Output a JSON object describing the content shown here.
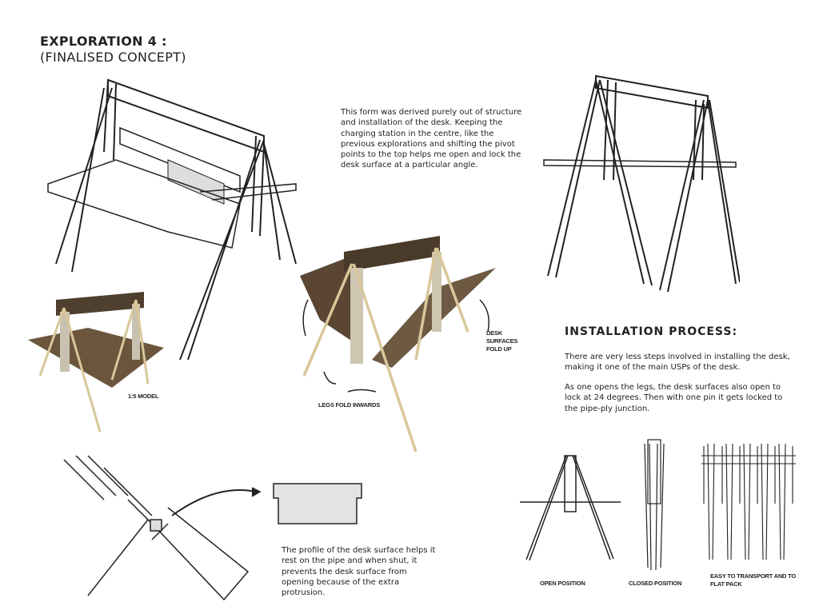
{
  "title": "EXPLORATION 4 :",
  "subtitle": "(FINALISED CONCEPT)",
  "description": "This form was derived purely out of structure and installation of the desk. Keeping the charging station in the centre, like the previous explorations and shifting the pivot points to the top helps me open and lock the desk surface at a particular angle.",
  "annotations": {
    "desk_surfaces": "DESK SURFACES FOLD UP",
    "legs_fold": "LEGS FOLD INWARDS",
    "model_scale": "1:5 MODEL"
  },
  "installation": {
    "heading": "INSTALLATION PROCESS:",
    "paragraph1": "There are very less steps involved in installing the desk, making it one of the main USPs of the desk.",
    "paragraph2": "As one opens the legs, the desk surfaces also open to lock at 24 degrees. Then with one pin it gets locked to the pipe-ply junction."
  },
  "profile_note": "The profile of the desk surface helps it rest on the pipe and when shut, it prevents the desk surface from opening because of the extra protrusion.",
  "positions": {
    "open": "OPEN POSITION",
    "closed": "CLOSED POSITION",
    "flat": "EASY TO TRANSPORT AND TO FLAT PACK"
  },
  "colors": {
    "model_brown": "#5a4633",
    "pipe": "#d9c79a",
    "profile_fill": "#e3e3e3"
  }
}
